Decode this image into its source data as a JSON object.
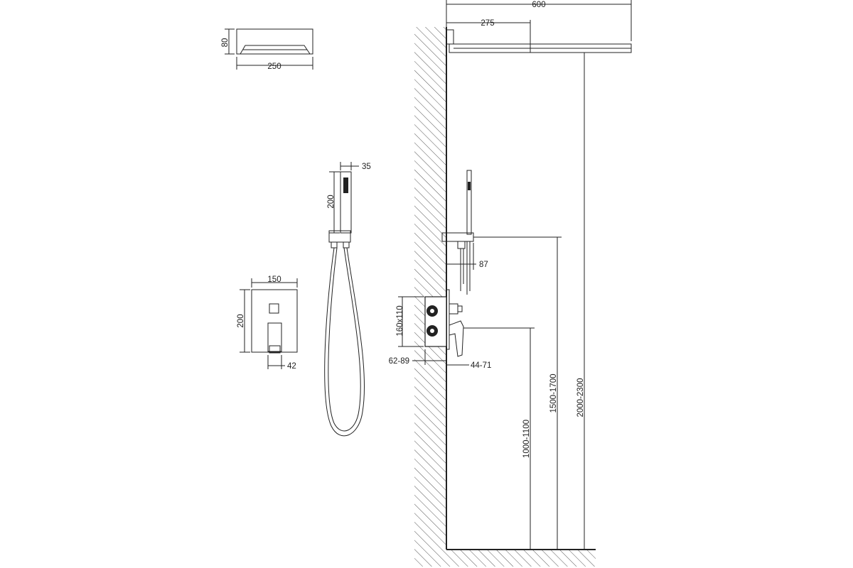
{
  "dimensions": {
    "rain_head_height": "80",
    "rain_head_width_top": "250",
    "handshower_width": "35",
    "handshower_length": "200",
    "mixer_plate_width": "150",
    "mixer_plate_height": "200",
    "mixer_lever_depth": "42",
    "arm_length": "600",
    "arm_offset": "275",
    "holder_projection": "87",
    "box_size": "160x110",
    "box_depth": "62-89",
    "lever_projection": "44-71",
    "mixer_height_range": "1000-1100",
    "holder_height_range": "1500-1700",
    "rain_height_range": "2000-2300"
  },
  "colors": {
    "line": "#222222",
    "background": "#ffffff"
  }
}
